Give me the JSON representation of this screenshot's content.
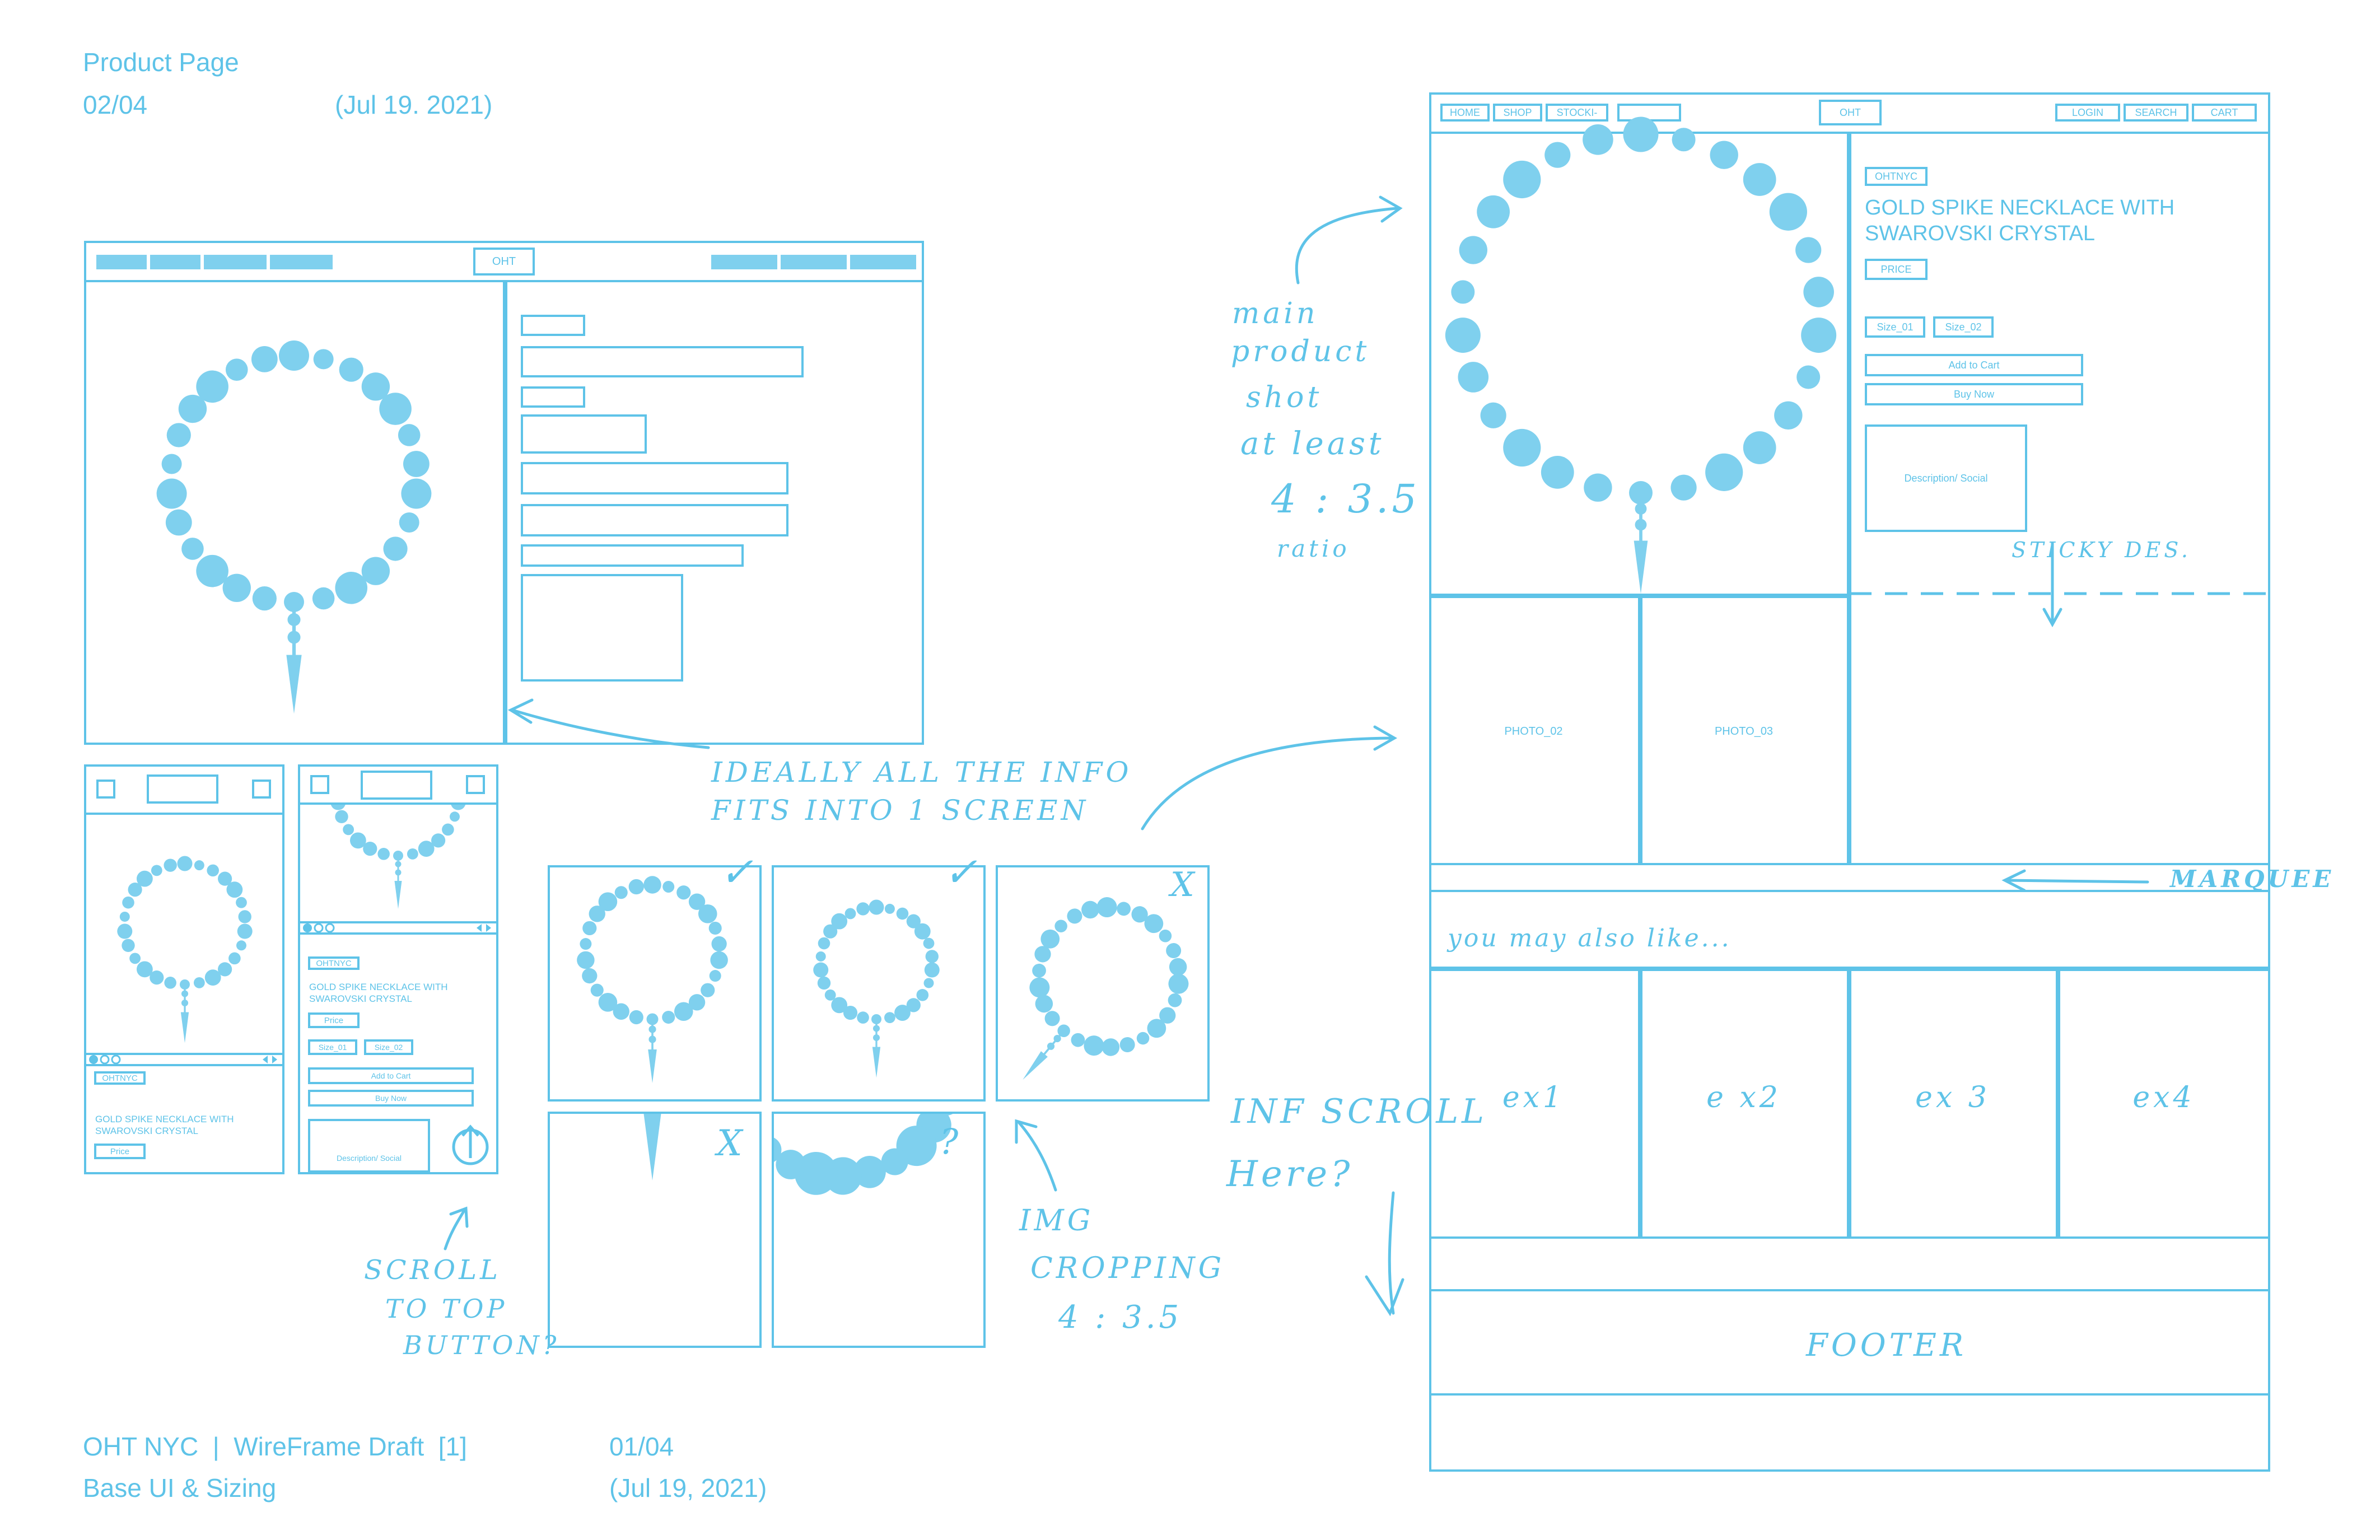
{
  "sheet": {
    "header_title": "Product Page",
    "header_page": "02/04",
    "header_date": "(Jul 19. 2021)",
    "footer_project": "OHT NYC  |  WireFrame Draft  [1]",
    "footer_page": "01/04",
    "footer_subtitle": "Base UI & Sizing",
    "footer_date": "(Jul 19, 2021)"
  },
  "desktop_wireframe": {
    "logo": "OHT"
  },
  "mobile_1": {
    "brand": "OHTNYC",
    "product_name": "GOLD SPIKE NECKLACE WITH SWAROVSKI CRYSTAL",
    "price": "Price"
  },
  "mobile_2": {
    "brand": "OHTNYC",
    "product_name": "GOLD SPIKE NECKLACE WITH SWAROVSKI CRYSTAL",
    "price": "Price",
    "size_1": "Size_01",
    "size_2": "Size_02",
    "add_to_cart": "Add to Cart",
    "buy_now": "Buy Now",
    "description": "Description/ Social"
  },
  "detail_page": {
    "nav": {
      "home": "HOME",
      "shop": "SHOP",
      "stockists": "STOCKI-",
      "logo": "OHT",
      "login": "LOGIN",
      "search": "SEARCH",
      "cart": "CART"
    },
    "brand": "OHTNYC",
    "product_name": "GOLD SPIKE NECKLACE WITH SWAROVSKI CRYSTAL",
    "price": "PRICE",
    "size_1": "Size_01",
    "size_2": "Size_02",
    "add_to_cart": "Add to Cart",
    "buy_now": "Buy Now",
    "description": "Description/ Social",
    "photo_2": "PHOTO_02",
    "photo_3": "PHOTO_03",
    "also_like": "you may also like...",
    "ex1": "ex1",
    "ex2": "e x2",
    "ex3": "ex 3",
    "ex4": "ex4",
    "footer": "FOOTER"
  },
  "annotations": {
    "main_shot_1": "main",
    "main_shot_2": "product",
    "main_shot_3": "shot",
    "main_shot_4": "at least",
    "main_shot_5": "4 : 3.5",
    "main_shot_6": "ratio",
    "sticky": "STICKY DES.",
    "marquee": "MARQUEE",
    "ideally_1": "IDEALLY ALL THE INFO",
    "ideally_2": "FITS INTO 1 SCREEN",
    "inf_scroll_1": "INF SCROLL",
    "inf_scroll_2": "Here?",
    "scroll_top_1": "SCROLL",
    "scroll_top_2": "TO TOP",
    "scroll_top_3": "BUTTON?",
    "img_crop_1": "IMG",
    "img_crop_2": "CROPPING",
    "img_crop_3": "4 : 3.5",
    "mark_ok": "✓",
    "mark_no": "X",
    "mark_q": "?"
  },
  "colors": {
    "line": "#5ec3e8",
    "fill": "#7fd0ee"
  }
}
